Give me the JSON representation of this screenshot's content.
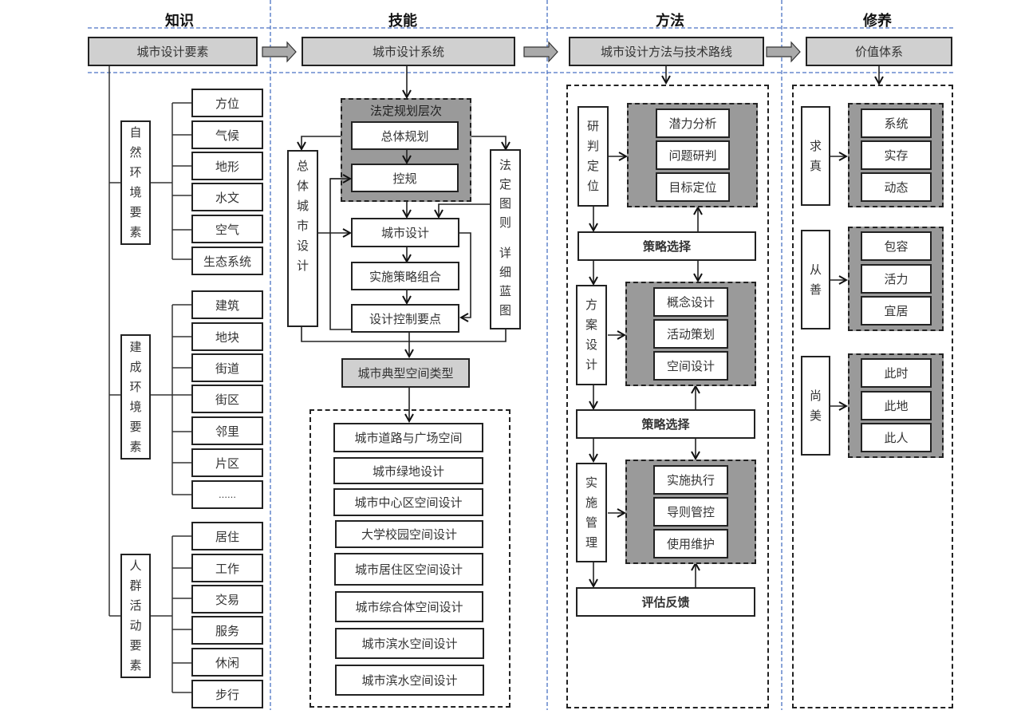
{
  "columns": {
    "knowledge": {
      "title": "知识",
      "root": "城市设计要素"
    },
    "skills": {
      "title": "技能",
      "root": "城市设计系统"
    },
    "methods": {
      "title": "方法",
      "root": "城市设计方法与技术路线"
    },
    "cultivation": {
      "title": "修养",
      "root": "价值体系"
    }
  },
  "knowledge": {
    "groups": [
      {
        "label": [
          "自",
          "然",
          "环",
          "境",
          "要",
          "素"
        ],
        "items": [
          "方位",
          "气候",
          "地形",
          "水文",
          "空气",
          "生态系统"
        ]
      },
      {
        "label": [
          "建",
          "成",
          "环",
          "境",
          "要",
          "素"
        ],
        "items": [
          "建筑",
          "地块",
          "街道",
          "街区",
          "邻里",
          "片区",
          "……"
        ]
      },
      {
        "label": [
          "人",
          "群",
          "活",
          "动",
          "要",
          "素"
        ],
        "items": [
          "居住",
          "工作",
          "交易",
          "服务",
          "休闲",
          "步行"
        ]
      }
    ]
  },
  "skills": {
    "statutory_title": "法定规划层次",
    "master_plan": "总体规划",
    "regulatory_plan": "控规",
    "overall_urban_design": [
      "总",
      "体",
      "城",
      "市",
      "设",
      "计"
    ],
    "statutory_maps": [
      "法",
      "定",
      "图",
      "则",
      "",
      "详",
      "细",
      "蓝",
      "图"
    ],
    "urban_design": "城市设计",
    "implementation_strategy": "实施策略组合",
    "control_points": "设计控制要点",
    "typical_space_types": "城市典型空间类型",
    "space_types": [
      "城市道路与广场空间",
      "城市绿地设计",
      "城市中心区空间设计",
      "大学校园空间设计",
      "城市居住区空间设计",
      "城市综合体空间设计",
      "城市滨水空间设计",
      "城市滨水空间设计"
    ]
  },
  "methods": {
    "stages": [
      {
        "label": [
          "研",
          "判",
          "定",
          "位"
        ],
        "items": [
          "潜力分析",
          "问题研判",
          "目标定位"
        ]
      },
      {
        "label": [
          "方",
          "案",
          "设",
          "计"
        ],
        "items": [
          "概念设计",
          "活动策划",
          "空间设计"
        ]
      },
      {
        "label": [
          "实",
          "施",
          "管",
          "理"
        ],
        "items": [
          "实施执行",
          "导则管控",
          "使用维护"
        ]
      }
    ],
    "strategy_1": "策略选择",
    "strategy_2": "策略选择",
    "feedback": "评估反馈"
  },
  "cultivation": {
    "groups": [
      {
        "label": [
          "求",
          "真"
        ],
        "items": [
          "系统",
          "实存",
          "动态"
        ]
      },
      {
        "label": [
          "从",
          "善"
        ],
        "items": [
          "包容",
          "活力",
          "宜居"
        ]
      },
      {
        "label": [
          "尚",
          "美"
        ],
        "items": [
          "此时",
          "此地",
          "此人"
        ]
      }
    ]
  },
  "colors": {
    "guide_line": "#4a72c4",
    "box_gray": "#d0d0d0",
    "panel_gray": "#9a9a9a"
  }
}
